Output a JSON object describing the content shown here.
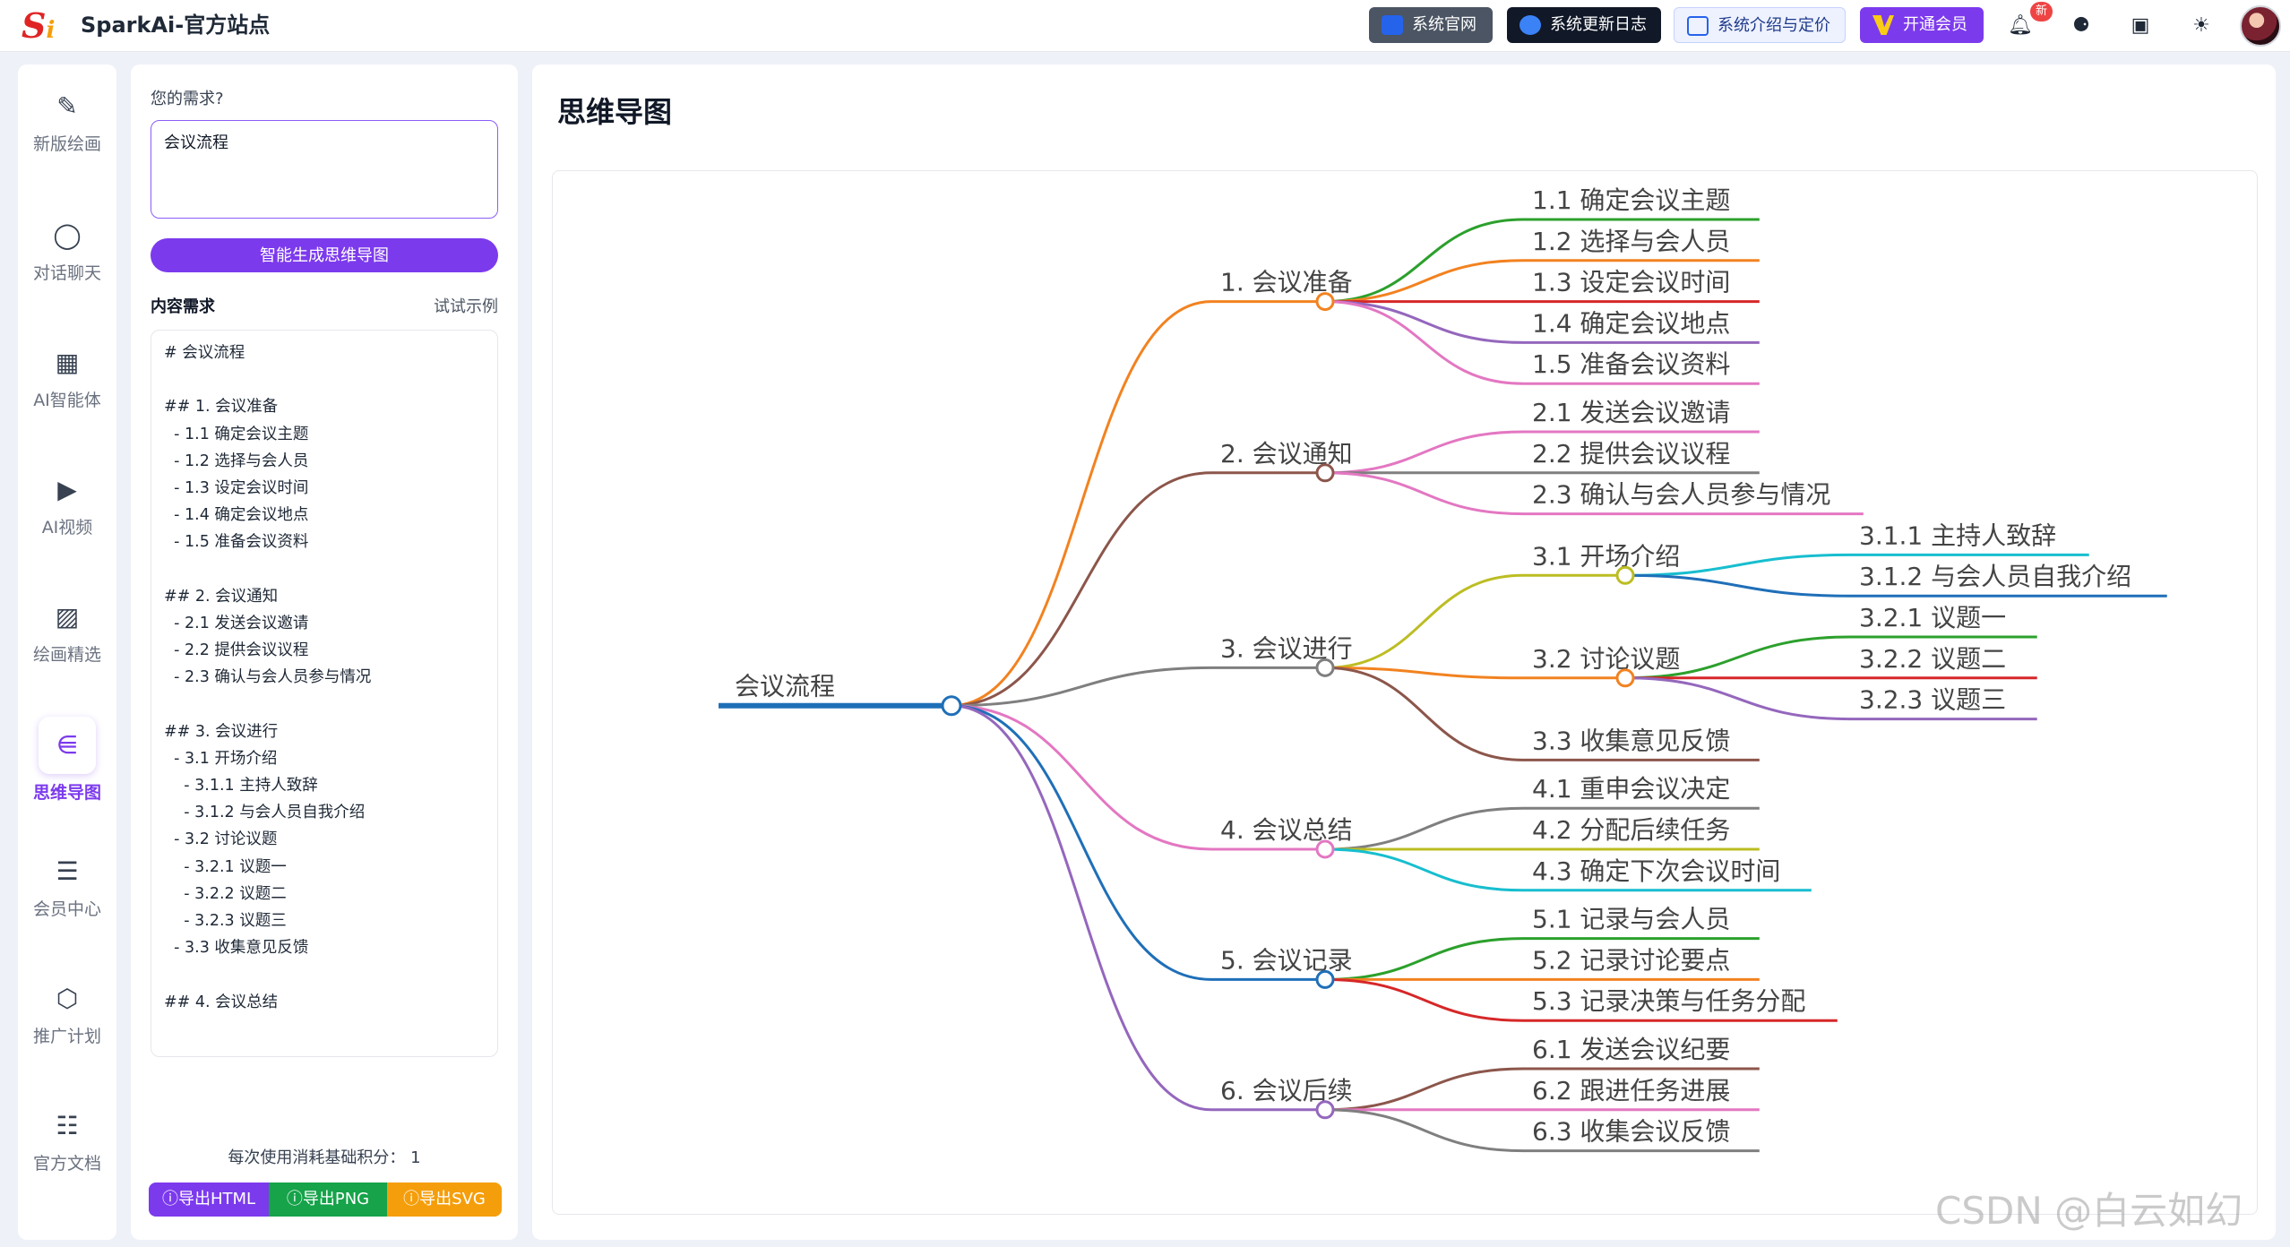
{
  "app": {
    "logo_text": "Si",
    "title": "SparkAi-官方站点"
  },
  "topbar": {
    "official_site": "系统官网",
    "changelog": "系统更新日志",
    "intro_pricing": "系统介绍与定价",
    "open_vip": "开通会员",
    "new_badge": "新"
  },
  "sidebar": {
    "items": [
      {
        "label": "新版绘画",
        "icon": "paint-brush-icon"
      },
      {
        "label": "对话聊天",
        "icon": "chat-bubble-icon"
      },
      {
        "label": "AI智能体",
        "icon": "grid-apps-icon"
      },
      {
        "label": "AI视频",
        "icon": "video-icon"
      },
      {
        "label": "绘画精选",
        "icon": "image-gallery-icon"
      },
      {
        "label": "思维导图",
        "icon": "mindmap-icon",
        "active": true
      },
      {
        "label": "会员中心",
        "icon": "cart-icon"
      },
      {
        "label": "推广计划",
        "icon": "share-icon"
      },
      {
        "label": "官方文档",
        "icon": "docs-box-icon"
      }
    ]
  },
  "panel": {
    "need_label": "您的需求?",
    "need_value": "会议流程",
    "generate_button": "智能生成思维导图",
    "content_label": "内容需求",
    "example_link": "试试示例",
    "markdown_lines": [
      "# 会议流程",
      "",
      "## 1. 会议准备",
      "  - 1.1 确定会议主题",
      "  - 1.2 选择与会人员",
      "  - 1.3 设定会议时间",
      "  - 1.4 确定会议地点",
      "  - 1.5 准备会议资料",
      "",
      "## 2. 会议通知",
      "  - 2.1 发送会议邀请",
      "  - 2.2 提供会议议程",
      "  - 2.3 确认与会人员参与情况",
      "",
      "## 3. 会议进行",
      "  - 3.1 开场介绍",
      "    - 3.1.1 主持人致辞",
      "    - 3.1.2 与会人员自我介绍",
      "  - 3.2 讨论议题",
      "    - 3.2.1 议题一",
      "    - 3.2.2 议题二",
      "    - 3.2.3 议题三",
      "  - 3.3 收集意见反馈",
      "",
      "## 4. 会议总结"
    ],
    "cost_text": "每次使用消耗基础积分：  1",
    "export_html": "导出HTML",
    "export_png": "导出PNG",
    "export_svg": "导出SVG"
  },
  "main": {
    "title": "思维导图"
  },
  "mindmap": {
    "root": "会议流程",
    "root_color": "#1f6fb8",
    "branches": [
      {
        "label": "1. 会议准备",
        "color": "#f28220",
        "children": [
          {
            "label": "1.1 确定会议主题",
            "color": "#2ca02c"
          },
          {
            "label": "1.2 选择与会人员",
            "color": "#f28220"
          },
          {
            "label": "1.3 设定会议时间",
            "color": "#d62728"
          },
          {
            "label": "1.4 确定会议地点",
            "color": "#9467bd"
          },
          {
            "label": "1.5 准备会议资料",
            "color": "#e377c2"
          }
        ]
      },
      {
        "label": "2. 会议通知",
        "color": "#8c564b",
        "children": [
          {
            "label": "2.1 发送会议邀请",
            "color": "#e377c2"
          },
          {
            "label": "2.2 提供会议议程",
            "color": "#7f7f7f"
          },
          {
            "label": "2.3 确认与会人员参与情况",
            "color": "#e377c2"
          }
        ]
      },
      {
        "label": "3. 会议进行",
        "color": "#7f7f7f",
        "children": [
          {
            "label": "3.1 开场介绍",
            "color": "#bcbd22",
            "children": [
              {
                "label": "3.1.1 主持人致辞",
                "color": "#17becf"
              },
              {
                "label": "3.1.2 与会人员自我介绍",
                "color": "#1f6fb8"
              }
            ]
          },
          {
            "label": "3.2 讨论议题",
            "color": "#f28220",
            "children": [
              {
                "label": "3.2.1 议题一",
                "color": "#2ca02c"
              },
              {
                "label": "3.2.2 议题二",
                "color": "#d62728"
              },
              {
                "label": "3.2.3 议题三",
                "color": "#9467bd"
              }
            ]
          },
          {
            "label": "3.3 收集意见反馈",
            "color": "#8c564b"
          }
        ]
      },
      {
        "label": "4. 会议总结",
        "color": "#e377c2",
        "children": [
          {
            "label": "4.1 重申会议决定",
            "color": "#7f7f7f"
          },
          {
            "label": "4.2 分配后续任务",
            "color": "#bcbd22"
          },
          {
            "label": "4.3 确定下次会议时间",
            "color": "#17becf"
          }
        ]
      },
      {
        "label": "5. 会议记录",
        "color": "#1f6fb8",
        "children": [
          {
            "label": "5.1 记录与会人员",
            "color": "#2ca02c"
          },
          {
            "label": "5.2 记录讨论要点",
            "color": "#f28220"
          },
          {
            "label": "5.3 记录决策与任务分配",
            "color": "#d62728"
          }
        ]
      },
      {
        "label": "6. 会议后续",
        "color": "#9467bd",
        "children": [
          {
            "label": "6.1 发送会议纪要",
            "color": "#8c564b"
          },
          {
            "label": "6.2 跟进任务进展",
            "color": "#e377c2"
          },
          {
            "label": "6.3 收集会议反馈",
            "color": "#7f7f7f"
          }
        ]
      }
    ]
  },
  "watermark": "CSDN @白云如幻"
}
